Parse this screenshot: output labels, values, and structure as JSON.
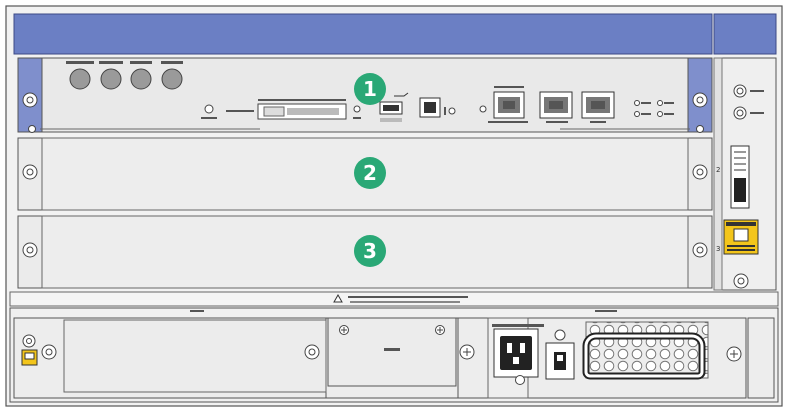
{
  "callouts": [
    {
      "number": "1",
      "color": "#2aa876"
    },
    {
      "number": "2",
      "color": "#2aa876"
    },
    {
      "number": "3",
      "color": "#2aa876"
    }
  ],
  "slot_labels": {
    "slot2": "2",
    "slot3": "3"
  },
  "colors": {
    "chassis_blue": "#6b7fc4",
    "panel_gray": "#ebebeb",
    "warning_yellow": "#f3c51b"
  }
}
